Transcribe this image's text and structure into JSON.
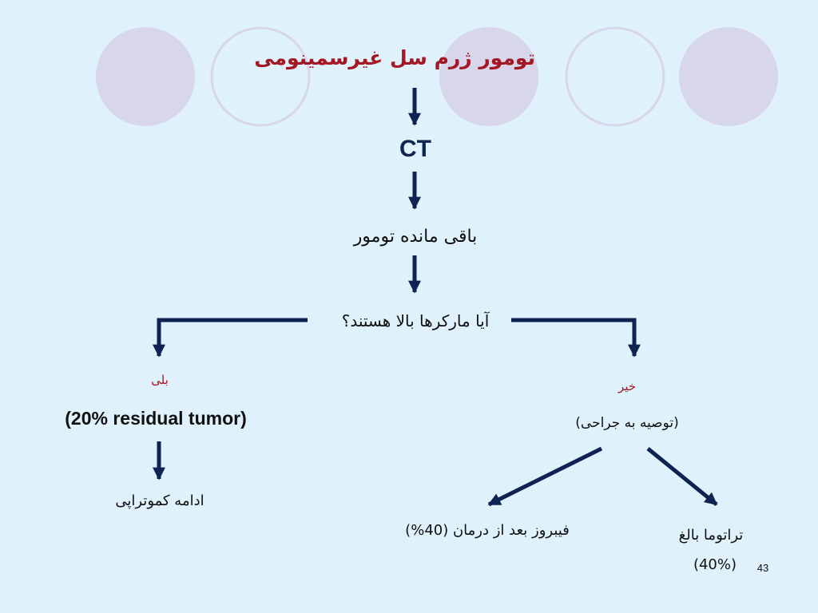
{
  "title": "تومور ژرم سل غیرسمینومی",
  "step_ct": "CT",
  "step_residual": "باقی مانده تومور",
  "question": "آیا مارکرها بالا هستند؟",
  "yes_label": "بلی",
  "no_label": "خیر",
  "yes_residual": "(20% residual tumor)",
  "yes_action": "ادامه کموتراپی",
  "no_action": "(توصیه به جراحی)",
  "outcome_fibrosis": "فیبروز بعد از درمان (40%)",
  "outcome_teratoma": "تراتوما بالغ",
  "outcome_teratoma_pct": "(40%)",
  "page_number": "43",
  "colors": {
    "background": "#dff1fb",
    "circle_fill": "#d8d6ea",
    "circle_stroke": "#d8d6ea",
    "arrow": "#0d2452",
    "title": "#a31822"
  }
}
